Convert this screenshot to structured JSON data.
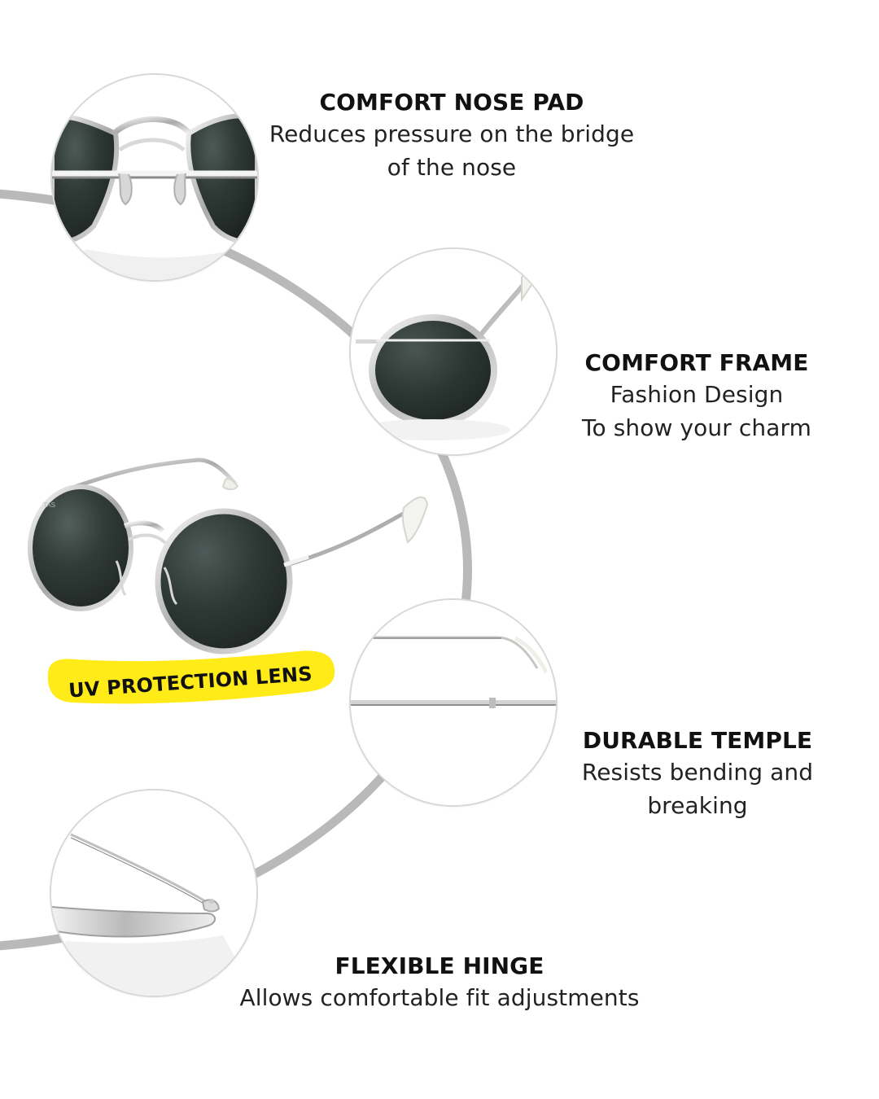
{
  "features": [
    {
      "title": "COMFORT NOSE PAD",
      "description": "Reduces pressure on the bridge\nof the nose",
      "icon": "nose-pad-detail-image"
    },
    {
      "title": "COMFORT FRAME",
      "description": "Fashion Design\nTo show your charm",
      "icon": "frame-detail-image"
    },
    {
      "title": "DURABLE TEMPLE",
      "description": "Resists bending and\nbreaking",
      "icon": "temple-detail-image"
    },
    {
      "title": "FLEXIBLE HINGE",
      "description": "Allows comfortable fit adjustments",
      "icon": "hinge-detail-image"
    }
  ],
  "badge": {
    "label": "UV PROTECTION LENS"
  },
  "brand_mark": "TAS",
  "colors": {
    "ring": "#b9b9b9",
    "badge_yellow": "#ffeb18",
    "lens_dark": "#2e3a37",
    "frame_silver": "#c8c8c8",
    "text": "#161616"
  }
}
